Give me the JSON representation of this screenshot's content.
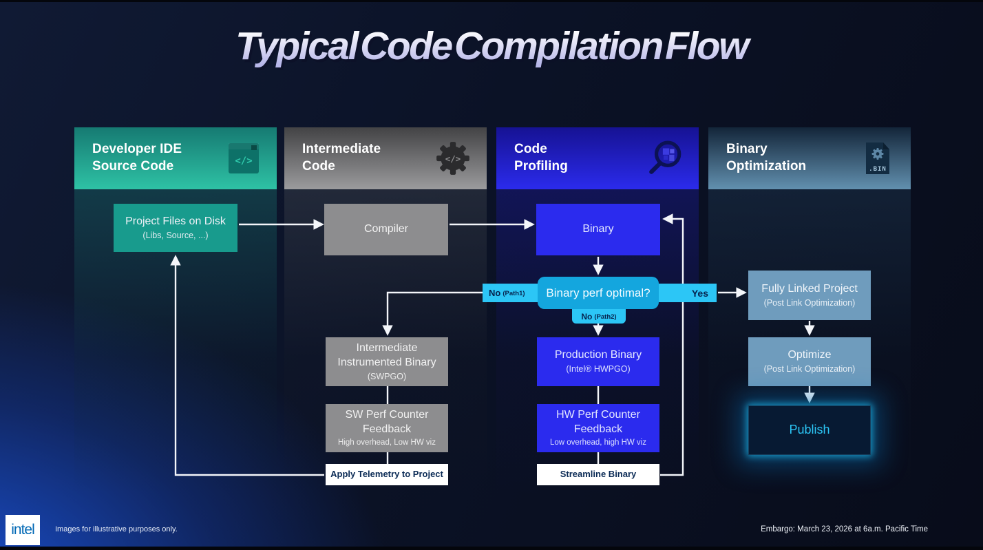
{
  "title": "Typical Code Compilation Flow",
  "columns": [
    {
      "label": "Developer IDE\nSource Code",
      "icon": "code-window-icon",
      "icon_text": "</>"
    },
    {
      "label": "Intermediate\nCode",
      "icon": "gear-code-icon",
      "icon_text": "</>"
    },
    {
      "label": "Code\nProfiling",
      "icon": "magnifier-chip-icon",
      "icon_text": ""
    },
    {
      "label": "Binary\nOptimization",
      "icon": "bin-file-icon",
      "icon_text": ".BIN"
    }
  ],
  "nodes": {
    "project_files": {
      "title": "Project Files on Disk",
      "subtitle": "(Libs, Source, ...)"
    },
    "compiler": {
      "title": "Compiler"
    },
    "binary": {
      "title": "Binary"
    },
    "decision": {
      "title": "Binary perf optimal?"
    },
    "intermediate_instrumented": {
      "title": "Intermediate\nInstrumented Binary",
      "subtitle": "(SWPGO)"
    },
    "sw_perf": {
      "title": "SW Perf Counter\nFeedback",
      "subtitle": "High overhead, Low HW viz"
    },
    "apply_telemetry": {
      "title": "Apply Telemetry to Project"
    },
    "production_binary": {
      "title": "Production Binary",
      "subtitle": "(Intel® HWPGO)"
    },
    "hw_perf": {
      "title": "HW Perf Counter\nFeedback",
      "subtitle": "Low overhead, high HW viz"
    },
    "streamline_binary": {
      "title": "Streamline Binary"
    },
    "fully_linked": {
      "title": "Fully Linked Project",
      "subtitle": "(Post Link Optimization)"
    },
    "optimize": {
      "title": "Optimize",
      "subtitle": "(Post Link Optimization)"
    },
    "publish": {
      "title": "Publish"
    }
  },
  "branch_labels": {
    "no1": {
      "no": "No",
      "path": "(Path1)"
    },
    "yes": "Yes",
    "no2": {
      "no": "No",
      "path": "(Path2)"
    }
  },
  "footer": {
    "logo": "intel",
    "left_note": "Images for illustrative purposes only.",
    "right_note": "Embargo: March 23, 2026 at 6a.m. Pacific Time"
  },
  "colors": {
    "teal_box": "#189b8d",
    "gray_box": "#8d8d8f",
    "blue_box": "#2b2bee",
    "steel_box": "#6f9cbd",
    "cyan_decision": "#14a6de",
    "cyan_label": "#2cc6f6",
    "navy_label_text": "#06234d",
    "publish_bg": "#071a33",
    "intel_blue": "#0068b5",
    "background": "#0b1226"
  }
}
